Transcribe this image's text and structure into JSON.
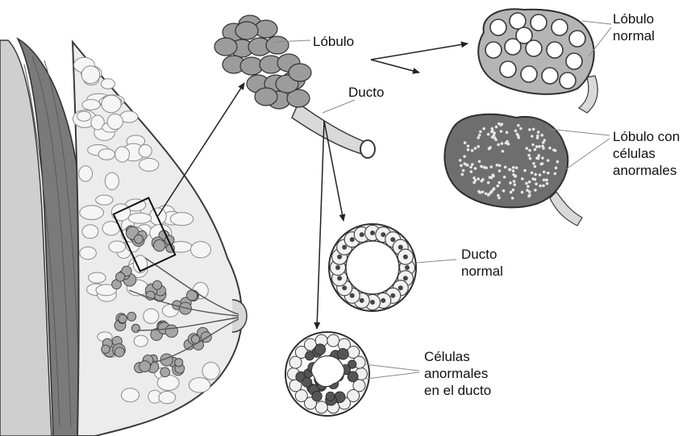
{
  "colors": {
    "outline": "#3a3a3a",
    "tissue_fill": "#e6e6e6",
    "lobule_fill": "#9c9c9c",
    "muscle_fill": "#7a7a7a",
    "abnormal_fill": "#555555",
    "text": "#111111"
  },
  "labels": {
    "lobulo": "Lóbulo",
    "ducto": "Ducto",
    "lobulo_normal": [
      "Lóbulo",
      "normal"
    ],
    "lobulo_anormal": [
      "Lóbulo con",
      "células",
      "anormales"
    ],
    "ducto_normal": [
      "Ducto",
      "normal"
    ],
    "celulas_ducto": [
      "Células",
      "anormales",
      "en el ducto"
    ]
  }
}
